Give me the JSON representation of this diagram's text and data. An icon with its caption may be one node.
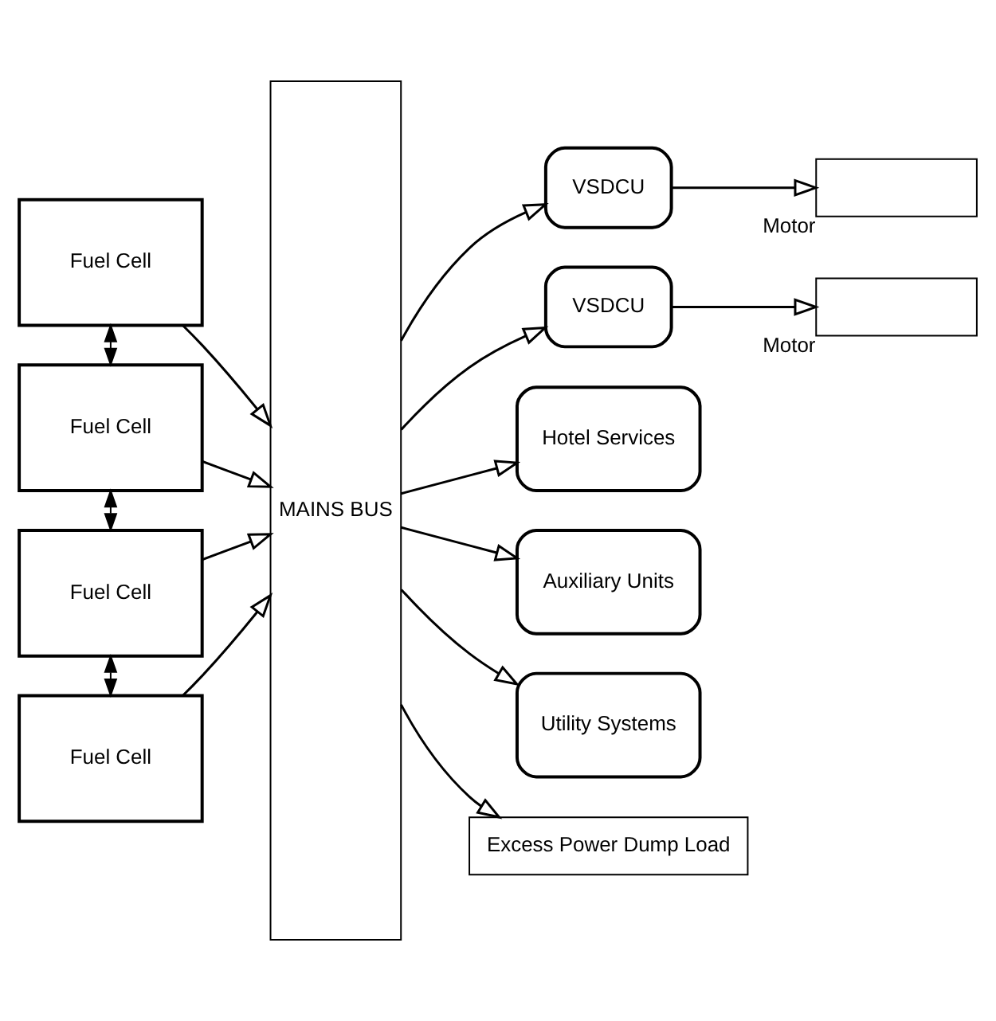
{
  "diagram": {
    "nodes": [
      {
        "text": [
          "Fuel Cell"
        ]
      },
      {
        "text": [
          "Fuel Cell"
        ]
      },
      {
        "text": [
          "Fuel Cell"
        ]
      },
      {
        "text": [
          "Fuel Cell"
        ]
      },
      {
        "text": [
          "MAINS BUS"
        ]
      },
      {
        "text": [
          "VSDCU"
        ]
      },
      {
        "text": [],
        "shape": "box",
        "beside": [
          "Motor"
        ]
      },
      {
        "text": [
          "VSDCU"
        ]
      },
      {
        "text": [],
        "shape": "box",
        "beside": [
          "Motor"
        ]
      },
      {
        "text": [
          "Hotel Services"
        ]
      },
      {
        "text": [
          "Auxiliary Units"
        ]
      },
      {
        "text": [
          "Utility Systems"
        ]
      },
      {
        "text": [
          "Excess Power Dump Load"
        ]
      }
    ],
    "edges": [
      {
        "from": 0,
        "to": 1,
        "arrow": "both"
      },
      {
        "from": 1,
        "to": 2,
        "arrow": "both"
      },
      {
        "from": 2,
        "to": 3,
        "arrow": "both"
      },
      {
        "from": 0,
        "to": 4,
        "arrow": "to"
      },
      {
        "from": 1,
        "to": 4,
        "arrow": "to"
      },
      {
        "from": 2,
        "to": 4,
        "arrow": "to"
      },
      {
        "from": 3,
        "to": 4,
        "arrow": "to"
      },
      {
        "from": 4,
        "to": 5,
        "arrow": "to"
      },
      {
        "from": 5,
        "to": 6,
        "arrow": "to"
      },
      {
        "from": 4,
        "to": 7,
        "arrow": "to"
      },
      {
        "from": 7,
        "to": 8,
        "arrow": "to"
      },
      {
        "from": 4,
        "to": 9,
        "arrow": "to"
      },
      {
        "from": 4,
        "to": 10,
        "arrow": "to"
      },
      {
        "from": 4,
        "to": 11,
        "arrow": "to"
      },
      {
        "from": 4,
        "to": 12,
        "arrow": "to"
      }
    ]
  }
}
